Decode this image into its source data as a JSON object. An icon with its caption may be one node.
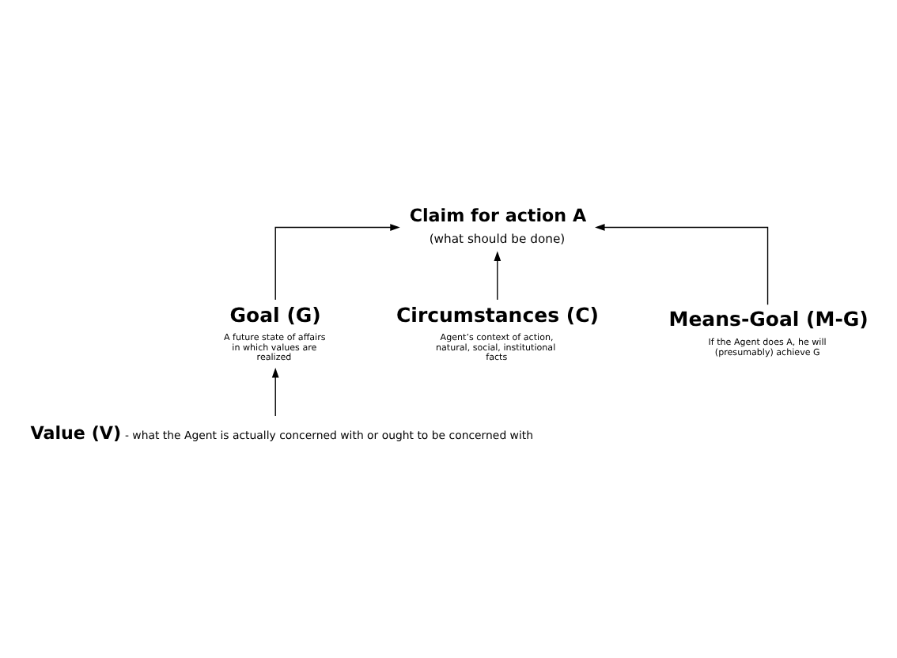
{
  "diagram": {
    "nodes": [
      {
        "text": [
          "Claim for action A",
          "(what should be done)"
        ]
      },
      {
        "text": [
          "Goal (G)",
          "A future state of affairs in which values are realized"
        ]
      },
      {
        "text": [
          "Circumstances (C)",
          "Agent’s context of action, natural, social, institutional facts"
        ]
      },
      {
        "text": [
          "Means-Goal (M-G)",
          "If the Agent does A, he will (presumably) achieve G"
        ]
      },
      {
        "text": [
          "Value (V)",
          "- what the Agent is actually concerned with or ought to be concerned with"
        ]
      }
    ],
    "edges": [
      {
        "from": 1,
        "to": 0,
        "arrow": "to"
      },
      {
        "from": 2,
        "to": 0,
        "arrow": "to"
      },
      {
        "from": 3,
        "to": 0,
        "arrow": "to"
      },
      {
        "from": 4,
        "to": 1,
        "arrow": "to"
      }
    ]
  }
}
